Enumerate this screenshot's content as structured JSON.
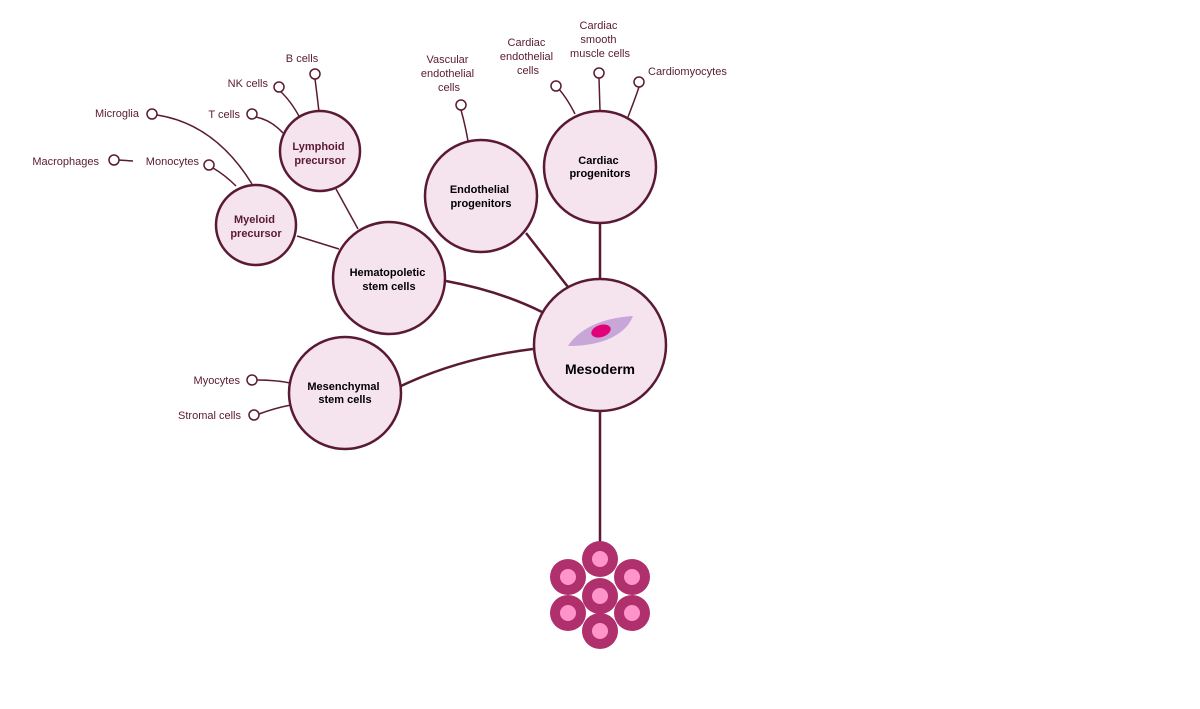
{
  "diagram": {
    "nodes": {
      "mesoderm": "Mesoderm",
      "cardiac": [
        "Cardiac",
        "progenitors"
      ],
      "endothelial": [
        "Endothelial",
        "progenitors"
      ],
      "hematopoietic": [
        "Hematopoletic",
        "stem cells"
      ],
      "mesenchymal": [
        "Mesenchymal",
        "stem cells"
      ],
      "lymphoid": [
        "Lymphoid",
        "precursor"
      ],
      "myeloid": [
        "Myeloid",
        "precursor"
      ]
    },
    "leaves": {
      "cardiac_endothelial": [
        "Cardiac",
        "endothelial",
        "cells"
      ],
      "cardiac_smooth_muscle": [
        "Cardiac",
        "smooth",
        "muscle cells"
      ],
      "cardiomyocytes": "Cardiomyocytes",
      "vascular_endothelial": [
        "Vascular",
        "endothelial",
        "cells"
      ],
      "b_cells": "B cells",
      "nk_cells": "NK cells",
      "t_cells": "T cells",
      "microglia": "Microglia",
      "monocytes": "Monocytes",
      "macrophages": "Macrophages",
      "myocytes": "Myocytes",
      "stromal_cells": "Stromal cells"
    },
    "colors": {
      "line": "#5a1a33",
      "node_fill": "#f5e3ee",
      "cell_shape": "#c9a6d8",
      "cell_nucleus": "#e0007a",
      "cluster_outer": "#b0306d",
      "cluster_inner": "#ff94c9"
    },
    "icons": {
      "mesoderm": "mesoderm-cell-icon",
      "origin": "embryo-cell-cluster-icon"
    }
  }
}
